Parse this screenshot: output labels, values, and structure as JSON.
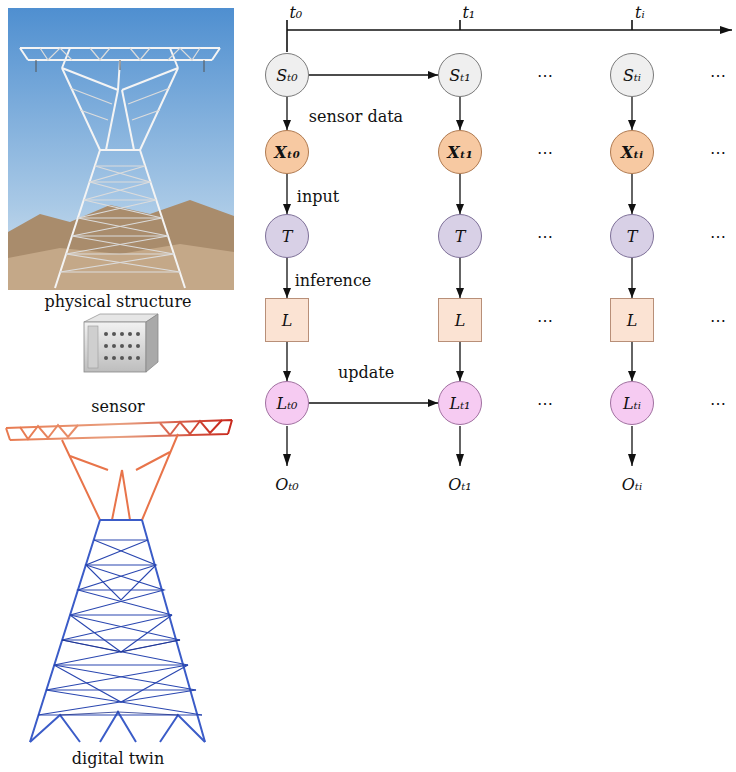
{
  "diagram": {
    "nodes": [
      {
        "text": [
          "Sₜ₀"
        ]
      },
      {
        "text": [
          "Sₜ₁"
        ]
      },
      {
        "text": [
          "Sₜᵢ"
        ]
      },
      {
        "text": [
          "Xₜ₀"
        ]
      },
      {
        "text": [
          "Xₜ₁"
        ]
      },
      {
        "text": [
          "Xₜᵢ"
        ]
      },
      {
        "text": [
          "T"
        ]
      },
      {
        "text": [
          "T"
        ]
      },
      {
        "text": [
          "T"
        ]
      },
      {
        "text": [
          "L"
        ]
      },
      {
        "text": [
          "L"
        ]
      },
      {
        "text": [
          "L"
        ]
      },
      {
        "text": [
          "Lₜ₀"
        ]
      },
      {
        "text": [
          "Lₜ₁"
        ]
      },
      {
        "text": [
          "Lₜᵢ"
        ]
      }
    ],
    "edges": [
      {
        "from": 0,
        "to": 1,
        "arrow": "to"
      },
      {
        "from": 0,
        "to": 3,
        "label": "sensor data",
        "arrow": "to"
      },
      {
        "from": 1,
        "to": 4,
        "arrow": "to"
      },
      {
        "from": 2,
        "to": 5,
        "arrow": "to"
      },
      {
        "from": 3,
        "to": 6,
        "label": "input",
        "arrow": "to"
      },
      {
        "from": 4,
        "to": 7,
        "arrow": "to"
      },
      {
        "from": 5,
        "to": 8,
        "arrow": "to"
      },
      {
        "from": 6,
        "to": 9,
        "label": "inference",
        "arrow": "to"
      },
      {
        "from": 7,
        "to": 10,
        "arrow": "to"
      },
      {
        "from": 8,
        "to": 11,
        "arrow": "to"
      },
      {
        "from": 9,
        "to": 12,
        "arrow": "to"
      },
      {
        "from": 10,
        "to": 13,
        "arrow": "to"
      },
      {
        "from": 11,
        "to": 14,
        "arrow": "to"
      },
      {
        "from": 12,
        "to": 13,
        "label": "update",
        "arrow": "to"
      }
    ],
    "labels": [
      "t₀",
      "t₁",
      "tᵢ",
      "⋯",
      "⋯",
      "⋯",
      "⋯",
      "⋯",
      "⋯",
      "⋯",
      "⋯",
      "⋯",
      "⋯",
      "Oₜ₀",
      "Oₜ₁",
      "Oₜᵢ",
      "physical structure",
      "sensor",
      "digital twin"
    ]
  }
}
